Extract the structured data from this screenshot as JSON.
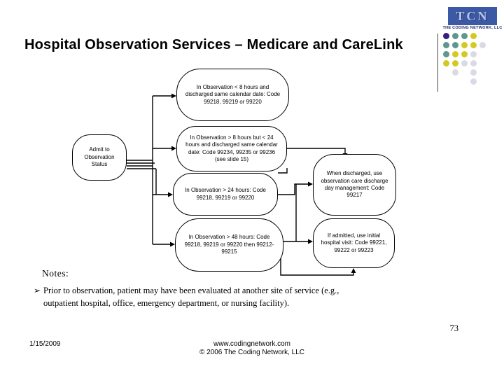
{
  "slide": {
    "title": "Hospital Observation Services – Medicare and CareLink",
    "page_number": "73",
    "date": "1/15/2009",
    "website": "www.codingnetwork.com",
    "copyright": "© 2006 The Coding Network, LLC"
  },
  "logo": {
    "acronym": "TCN",
    "company": "THE CODING NETWORK, LLC",
    "colors": {
      "banner": "#3c59a6",
      "letters": "#b9c6e4",
      "company_text": "#1c2d68",
      "dot_purple": "#3b1d7d",
      "dot_teal": "#5f968f",
      "dot_yellow": "#d3c922",
      "dot_gray": "#d9dae6"
    },
    "dot_grid": [
      [
        "purple",
        "teal",
        "teal",
        "yellow",
        ""
      ],
      [
        "teal",
        "teal",
        "yellow",
        "yellow",
        "gray"
      ],
      [
        "teal",
        "yellow",
        "yellow",
        "gray",
        ""
      ],
      [
        "yellow",
        "yellow",
        "gray",
        "gray",
        ""
      ],
      [
        "",
        "gray",
        "",
        "gray",
        ""
      ],
      [
        "",
        "",
        "",
        "gray",
        ""
      ]
    ]
  },
  "flowchart": {
    "nodes": {
      "admit": "Admit to Observation Status",
      "under_8_hours": "In Observation < 8 hours and discharged same calendar date: Code 99218, 99219 or 99220",
      "hours_8_to_24": "In Observation > 8 hours but < 24 hours and discharged same calendar date: Code 99234, 99235 or 99236 (see slide 15)",
      "over_24_hours": "In Observation > 24 hours: Code 99218, 99219 or 99220",
      "over_48_hours": "In Observation > 48 hours: Code 99218, 99219 or 99220 then 99212-99215",
      "discharged": "When discharged, use observation care discharge day management: Code 99217",
      "admitted": "If admitted, use initial hospital visit: Code 99221, 99222 or 99223"
    }
  },
  "notes": {
    "heading": "Notes:",
    "bullet_marker": "➢",
    "bullet_text": "Prior to observation, patient may have been evaluated at another site of service (e.g., outpatient hospital, office, emergency department, or nursing facility)."
  }
}
